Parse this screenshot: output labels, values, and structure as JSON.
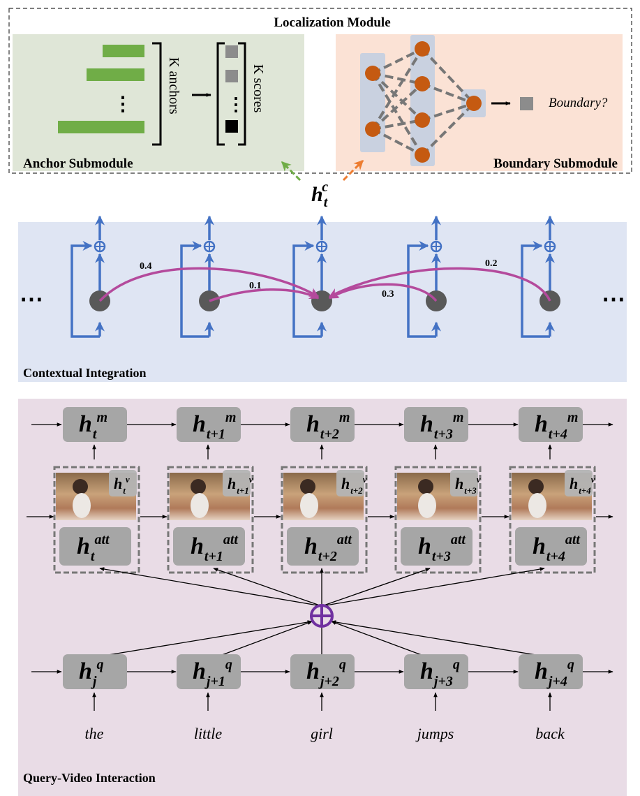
{
  "localization": {
    "title": "Localization Module",
    "anchor_label": "Anchor Submodule",
    "boundary_label": "Boundary Submodule",
    "k_anchors": "K anchors",
    "k_scores": "K scores",
    "boundary_q": "Boundary?",
    "vdots": "⋮"
  },
  "context_state": {
    "base": "h",
    "sub": "t",
    "sup": "c"
  },
  "contextual": {
    "label": "Contextual Integration",
    "ellipsis": "⋯",
    "weights": [
      "0.4",
      "0.1",
      "0.3",
      "0.2"
    ]
  },
  "interaction": {
    "label": "Query-Video Interaction",
    "memory_states": [
      {
        "base": "h",
        "sup": "m",
        "sub": "t"
      },
      {
        "base": "h",
        "sup": "m",
        "sub": "t+1"
      },
      {
        "base": "h",
        "sup": "m",
        "sub": "t+2"
      },
      {
        "base": "h",
        "sup": "m",
        "sub": "t+3"
      },
      {
        "base": "h",
        "sup": "m",
        "sub": "t+4"
      }
    ],
    "visual_states": [
      {
        "base": "h",
        "sup": "v",
        "sub": "t"
      },
      {
        "base": "h",
        "sup": "v",
        "sub": "t+1"
      },
      {
        "base": "h",
        "sup": "v",
        "sub": "t+2"
      },
      {
        "base": "h",
        "sup": "v",
        "sub": "t+3"
      },
      {
        "base": "h",
        "sup": "v",
        "sub": "t+4"
      }
    ],
    "attention_states": [
      {
        "base": "h",
        "sup": "att",
        "sub": "t"
      },
      {
        "base": "h",
        "sup": "att",
        "sub": "t+1"
      },
      {
        "base": "h",
        "sup": "att",
        "sub": "t+2"
      },
      {
        "base": "h",
        "sup": "att",
        "sub": "t+3"
      },
      {
        "base": "h",
        "sup": "att",
        "sub": "t+4"
      }
    ],
    "query_states": [
      {
        "base": "h",
        "sup": "q",
        "sub": "j"
      },
      {
        "base": "h",
        "sup": "q",
        "sub": "j+1"
      },
      {
        "base": "h",
        "sup": "q",
        "sub": "j+2"
      },
      {
        "base": "h",
        "sup": "q",
        "sub": "j+3"
      },
      {
        "base": "h",
        "sup": "q",
        "sub": "j+4"
      }
    ],
    "words": [
      "the",
      "little",
      "girl",
      "jumps",
      "back"
    ]
  },
  "colors": {
    "anchor_bg": "#dfe6d7",
    "boundary_bg": "#fbe2d5",
    "context_bg": "#dfe5f3",
    "interaction_bg": "#e9dce6",
    "node_gray": "#a6a6a6",
    "lstm_blue": "#4472c4",
    "attention_pink": "#b44a9c",
    "green_bar": "#70ad47",
    "orange_node": "#c55a11",
    "sum_purple": "#7030a0"
  }
}
